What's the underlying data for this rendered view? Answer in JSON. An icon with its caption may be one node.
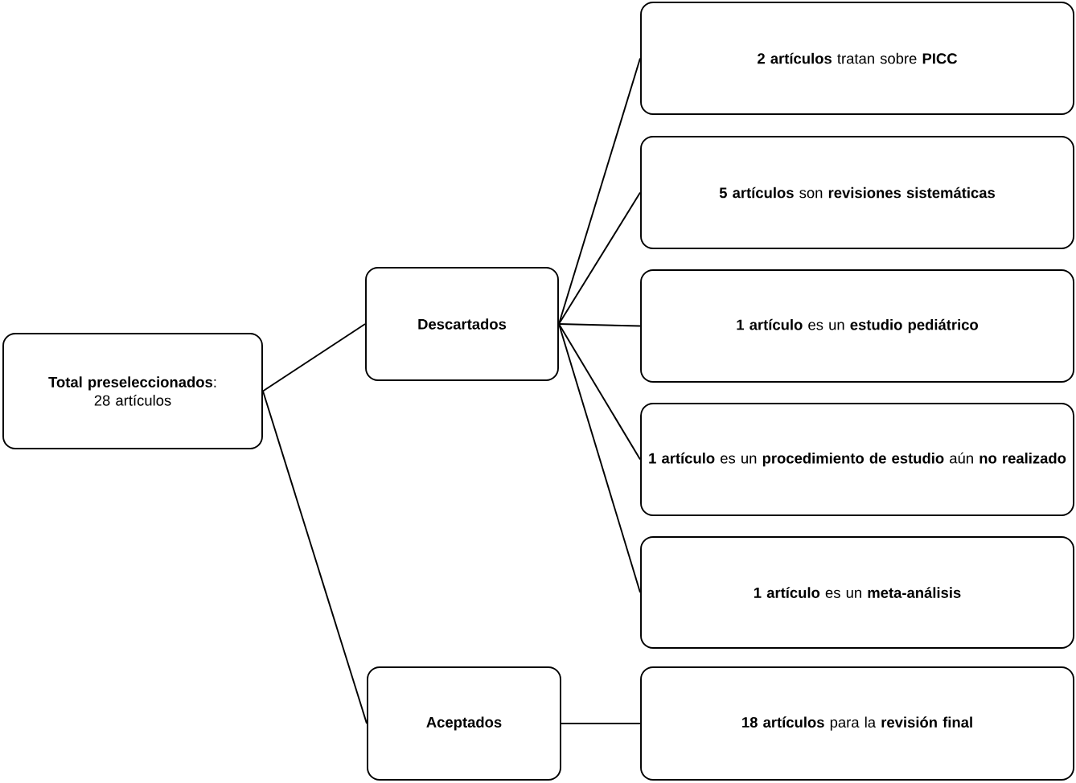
{
  "diagram": {
    "nodes": [
      {
        "text": [
          "**Total preseleccionados**: 28 artículos"
        ]
      },
      {
        "text": [
          "Descartados"
        ]
      },
      {
        "text": [
          "Aceptados"
        ]
      },
      {
        "text": [
          "**2 artículos** tratan sobre **PICC**"
        ]
      },
      {
        "text": [
          "**5 artículos** son **revisiones sistemáticas**"
        ]
      },
      {
        "text": [
          "**1 artículo** es un **estudio pediátrico**"
        ]
      },
      {
        "text": [
          "**1 artículo** es un **procedimiento de estudio** aún **no realizado**"
        ]
      },
      {
        "text": [
          "**1 artículo** es un **meta-análisis**"
        ]
      },
      {
        "text": [
          "**18 artículos** para la **revisión final**"
        ]
      }
    ],
    "edges": [
      {
        "from": 0,
        "to": 1,
        "arrow": "none"
      },
      {
        "from": 0,
        "to": 2,
        "arrow": "none"
      },
      {
        "from": 1,
        "to": 3,
        "arrow": "none"
      },
      {
        "from": 1,
        "to": 4,
        "arrow": "none"
      },
      {
        "from": 1,
        "to": 5,
        "arrow": "none"
      },
      {
        "from": 1,
        "to": 6,
        "arrow": "none"
      },
      {
        "from": 1,
        "to": 7,
        "arrow": "none"
      },
      {
        "from": 2,
        "to": 8,
        "arrow": "none"
      }
    ]
  }
}
